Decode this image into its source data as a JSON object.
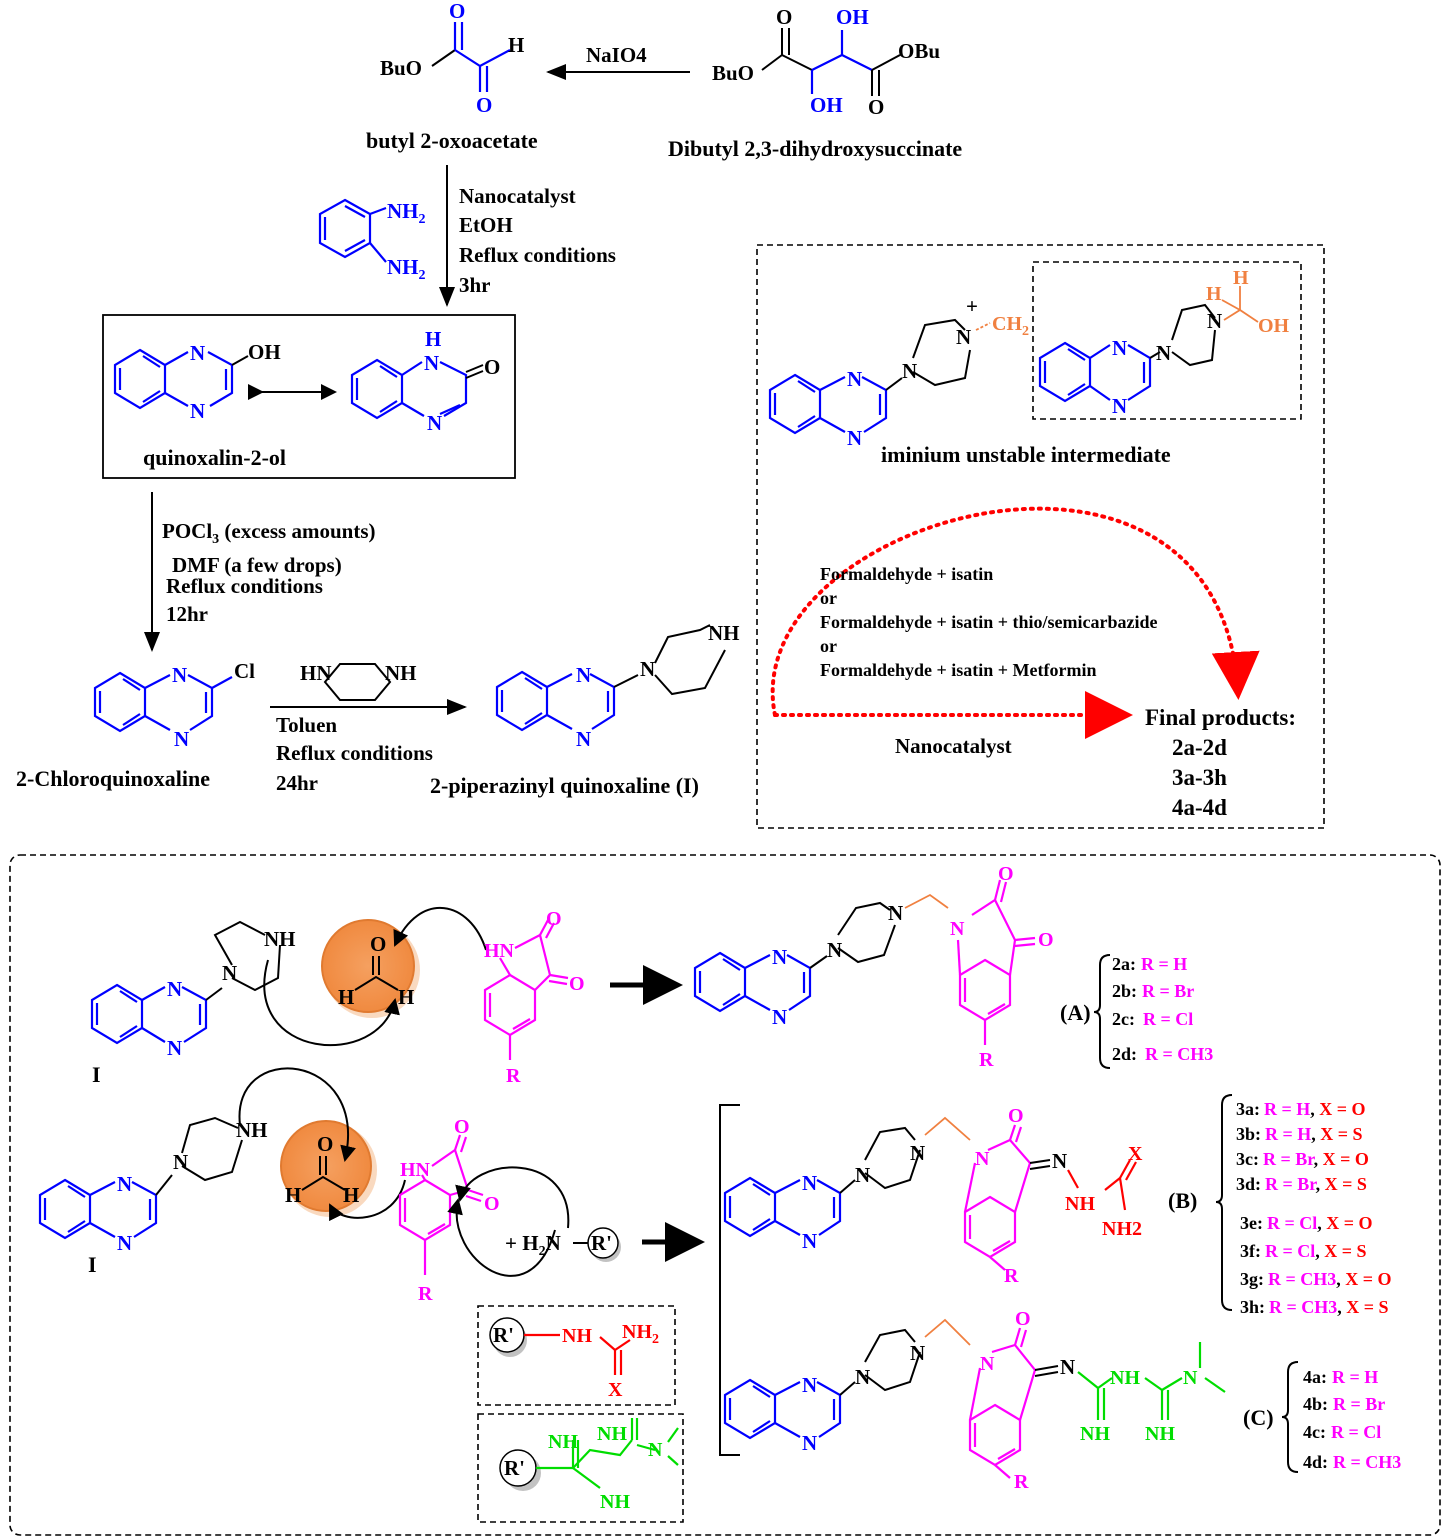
{
  "colors": {
    "quinoxaline": "#0000ff",
    "piperazine": "#000000",
    "isatin": "#ff00ff",
    "carbazide": "#ff0000",
    "metformin": "#00dd00",
    "methylene": "#f08040",
    "dotted_arrow": "#ff0000"
  },
  "step1": {
    "product_label": "butyl 2-oxoacetate",
    "start_label": "Dibutyl 2,3-dihydroxysuccinate",
    "reagent": "NaIO4",
    "bu_o_left": "BuO",
    "bu_o_mid": "BuO",
    "obu": "OBu",
    "h": "H",
    "o": "O",
    "oh": "OH"
  },
  "step2": {
    "conditions": [
      "Nanocatalyst",
      "EtOH",
      "Reflux conditions",
      "3hr"
    ],
    "nh2": "NH",
    "nh2_sub": "2",
    "product_label": "quinoxalin-2-ol",
    "n": "N",
    "oh": "OH",
    "h": "H",
    "o": "O"
  },
  "step3": {
    "conditions_line1_main": "POCl",
    "conditions_line1_sub": "3",
    "conditions_line1_rest": " (excess amounts)",
    "conditions": [
      "DMF (a few drops)",
      "Reflux conditions",
      "12hr"
    ],
    "product_label": "2-Chloroquinoxaline",
    "cl": "Cl"
  },
  "step4": {
    "reagent_hn": "HN",
    "reagent_nh": "NH",
    "conditions": [
      "Toluen",
      "Reflux conditions",
      "24hr"
    ],
    "product_label": "2-piperazinyl quinoxaline (I)",
    "nh": "NH"
  },
  "intermediate_box": {
    "plus": "+",
    "ch2_main": "CH",
    "ch2_sub": "2",
    "h": "H",
    "oh": "OH",
    "label": "iminium unstable intermediate",
    "options": [
      "Formaldehyde + isatin",
      "or",
      "Formaldehyde + isatin + thio/semicarbazide",
      "or",
      "Formaldehyde + isatin + Metformin"
    ],
    "catalyst": "Nanocatalyst",
    "final_title": "Final products:",
    "final_list": [
      "2a-2d",
      "3a-3h",
      "4a-4d"
    ]
  },
  "mechanism": {
    "label_I": "I",
    "nh": "NH",
    "hn": "HN",
    "o": "O",
    "h": "H",
    "r": "R",
    "n": "N",
    "x": "X",
    "nh2_text": "NH2",
    "amine_plus": "+ H",
    "amine_sub": "2",
    "amine_n": "N",
    "r_prime": "R'",
    "group_A": "(A)",
    "group_B": "(B)",
    "group_C": "(C)",
    "list_A": [
      {
        "id": "2a:",
        "sub": "R = H"
      },
      {
        "id": "2b:",
        "sub": "R = Br"
      },
      {
        "id": "2c:",
        "sub": "R = Cl"
      },
      {
        "id": "2d:",
        "sub": "R = CH3"
      }
    ],
    "list_B": [
      {
        "id": "3a:",
        "r": "R = H",
        "x": "X = O"
      },
      {
        "id": "3b:",
        "r": "R = H",
        "x": "X = S"
      },
      {
        "id": "3c:",
        "r": "R = Br",
        "x": "X = O"
      },
      {
        "id": "3d:",
        "r": "R = Br",
        "x": "X = S"
      },
      {
        "id": "3e:",
        "r": "R = Cl",
        "x": "X = O"
      },
      {
        "id": "3f:",
        "r": "R = Cl",
        "x": "X = S"
      },
      {
        "id": "3g:",
        "r": "R = CH3",
        "x": "X = O"
      },
      {
        "id": "3h:",
        "r": "R = CH3",
        "x": "X = S"
      }
    ],
    "list_C": [
      {
        "id": "4a:",
        "sub": "R = H"
      },
      {
        "id": "4b:",
        "sub": "R = Br"
      },
      {
        "id": "4c:",
        "sub": "R = Cl"
      },
      {
        "id": "4d:",
        "sub": "R = CH3"
      }
    ]
  }
}
